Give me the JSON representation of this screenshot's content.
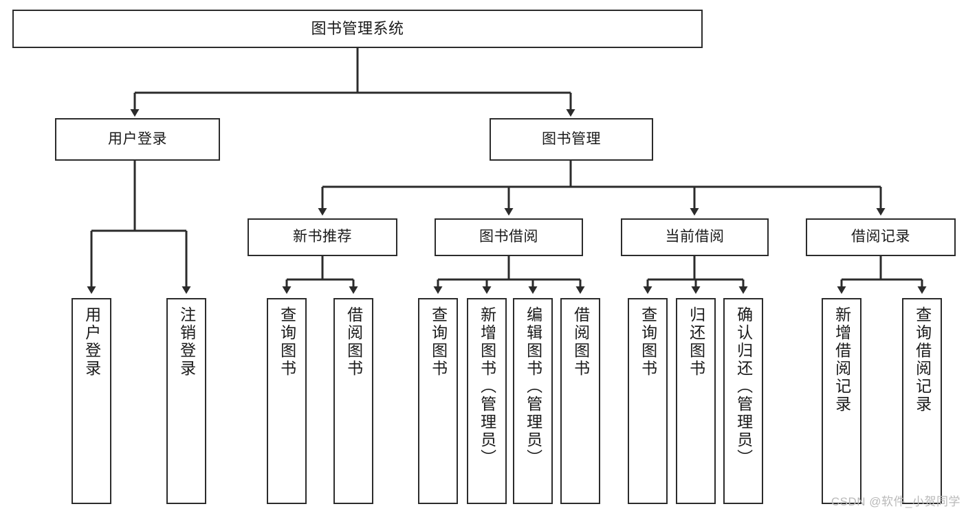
{
  "diagram": {
    "title": "图书管理系统",
    "type": "tree",
    "colors": {
      "box_border": "#2b2b2b",
      "box_fill": "#ffffff",
      "line": "#2b2b2b",
      "text": "#1a1a1a",
      "watermark": "#b9b9b9",
      "background": "#ffffff"
    },
    "root": {
      "label": "图书管理系统"
    },
    "level2": [
      {
        "label": "用户登录"
      },
      {
        "label": "图书管理"
      }
    ],
    "level3": [
      {
        "label": "新书推荐"
      },
      {
        "label": "图书借阅"
      },
      {
        "label": "当前借阅"
      },
      {
        "label": "借阅记录"
      }
    ],
    "leaves": {
      "user_login": [
        {
          "label": "用户登录"
        },
        {
          "label": "注销登录"
        }
      ],
      "new_book_recommend": [
        {
          "label": "查询图书"
        },
        {
          "label": "借阅图书"
        }
      ],
      "book_borrow": [
        {
          "label": "查询图书"
        },
        {
          "label": "新增图书（管理员）"
        },
        {
          "label": "编辑图书（管理员）"
        },
        {
          "label": "借阅图书"
        }
      ],
      "current_borrow": [
        {
          "label": "查询图书"
        },
        {
          "label": "归还图书"
        },
        {
          "label": "确认归还（管理员）"
        }
      ],
      "borrow_record": [
        {
          "label": "新增借阅记录"
        },
        {
          "label": "查询借阅记录"
        }
      ]
    }
  },
  "watermark": {
    "text": "CSDN @软件_小贺同学"
  }
}
